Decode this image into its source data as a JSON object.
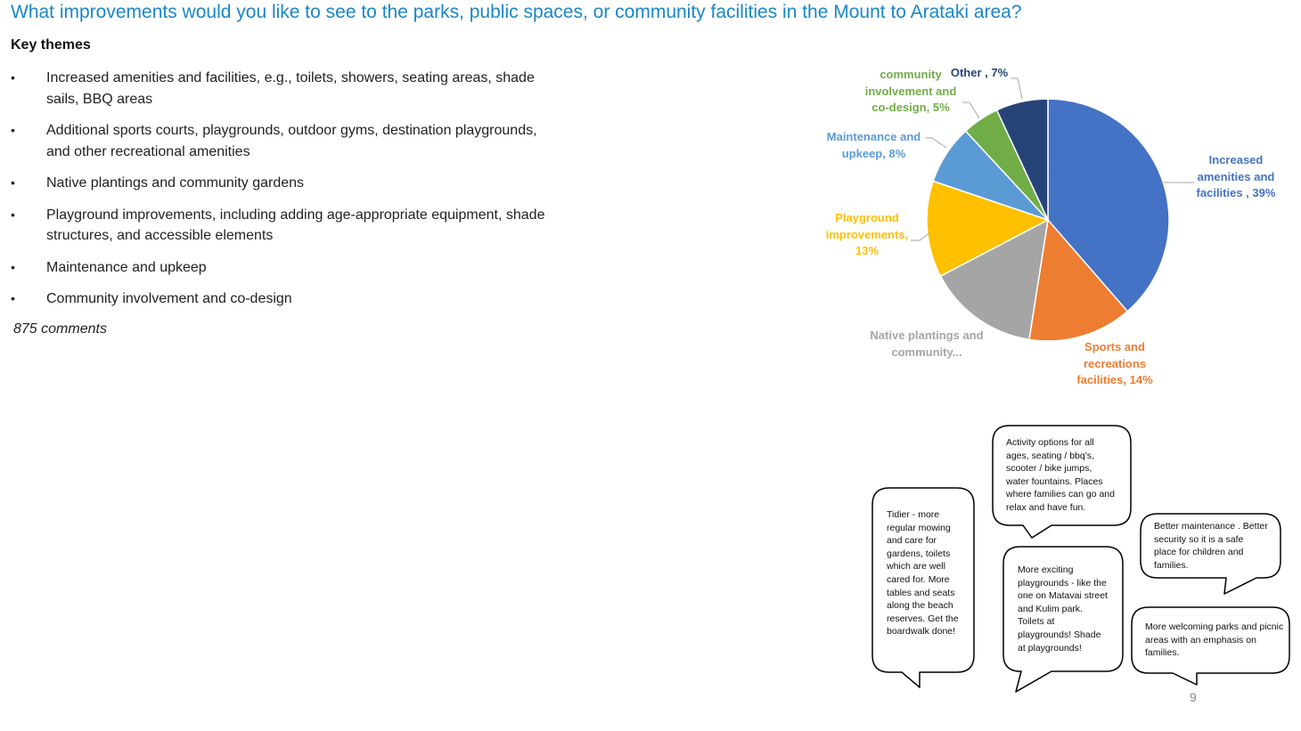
{
  "title": "What improvements would you like to see to the parks, public spaces, or community facilities in the Mount to Arataki area?",
  "key_themes_heading": "Key themes",
  "bullet_glyph": "•",
  "themes": [
    "Increased amenities and facilities, e.g., toilets, showers, seating areas, shade sails, BBQ areas",
    "Additional sports courts, playgrounds, outdoor gyms, destination playgrounds, and other recreational amenities",
    "Native plantings and community gardens",
    "Playground improvements, including adding age-appropriate equipment, shade structures, and accessible elements",
    "Maintenance and upkeep",
    "Community involvement and co-design"
  ],
  "comment_count": "875 comments",
  "chart_data": {
    "type": "pie",
    "title": "",
    "start_angle_deg": 0,
    "direction": "clockwise",
    "slices": [
      {
        "label": "Increased amenities and facilities , 39%",
        "value": 39,
        "color": "#4472c4"
      },
      {
        "label": "Sports and recreations facilities, 14%",
        "value": 14,
        "color": "#ed7d31"
      },
      {
        "label": "Native plantings and community...",
        "value": 15,
        "color": "#a5a5a5"
      },
      {
        "label": "Playground improvements, 13%",
        "value": 13,
        "color": "#ffc000"
      },
      {
        "label": "Maintenance and upkeep, 8%",
        "value": 8,
        "color": "#5b9bd5"
      },
      {
        "label": "community involvement and co-design, 5%",
        "value": 5,
        "color": "#70ad47"
      },
      {
        "label": "Other , 7%",
        "value": 7,
        "color": "#264478"
      }
    ],
    "label_colors": [
      "#4472c4",
      "#ed7d31",
      "#a5a5a5",
      "#ffc000",
      "#5b9bd5",
      "#70ad47",
      "#264478"
    ]
  },
  "quotes": [
    "Tidier - more regular mowing and care for gardens, toilets which are well cared for. More tables and seats along the beach reserves.  Get the boardwalk done!",
    "Activity options for  all ages, seating / bbq's, scooter / bike jumps, water fountains. Places where families can go and relax and have fun.",
    "More exciting playgrounds - like the one on Matavai street and Kulim park.  Toilets at playgrounds! Shade at playgrounds!",
    "Better maintenance . Better security so it is a safe  place for children and families.",
    "More welcoming parks and picnic areas with an emphasis on families."
  ],
  "page_number": "9"
}
